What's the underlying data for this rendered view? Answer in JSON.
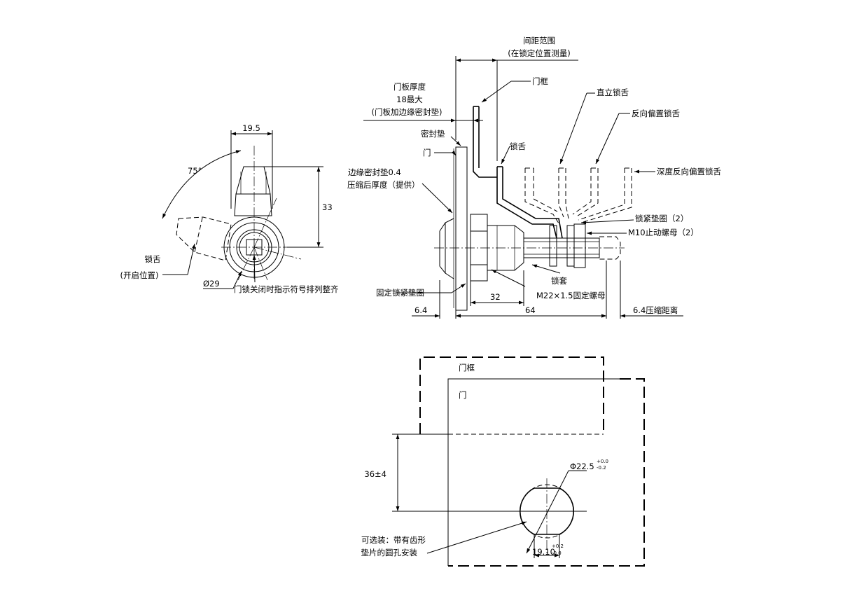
{
  "left_view": {
    "dim_width": "19.5",
    "dim_height": "33",
    "dim_angle": "75°",
    "dim_diameter": "Ø29",
    "label_cam": "锁舌",
    "label_cam_open": "(开启位置)",
    "label_indicator": "门锁关闭时指示符号排列整齐"
  },
  "side_view": {
    "label_spacing_range": "间距范围",
    "label_spacing_note": "(在锁定位置测量)",
    "label_panel_thickness": "门板厚度",
    "label_panel_max": "18最大",
    "label_panel_note": "(门板加边缘密封垫)",
    "label_gasket": "密封垫",
    "label_door": "门",
    "label_edge_gasket": "边缘密封垫0.4",
    "label_compressed": "压缩后厚度（提供）",
    "label_frame": "门框",
    "label_cam": "锁舌",
    "label_straight_cam": "直立锁舌",
    "label_reverse_offset_cam": "反向偏置锁舌",
    "label_deep_reverse_cam": "深度反向偏置锁舌",
    "label_lock_washer": "锁紧垫圈（2）",
    "label_stop_nut": "M10止动螺母（2）",
    "label_sleeve": "锁套",
    "label_nut": "M22×1.5固定螺母",
    "label_fixed_washer": "固定锁紧垫圈",
    "dim_32": "32",
    "dim_64": "64",
    "dim_left": "6.4",
    "dim_compression": "6.4压缩距离"
  },
  "cutout_view": {
    "label_frame": "门框",
    "label_door": "门",
    "dim_height": "36±4",
    "dim_diameter": "Φ22.5",
    "dim_diameter_tol_upper": "+0.0",
    "dim_diameter_tol_lower": "-0.2",
    "dim_width": "19.10",
    "dim_width_tol_upper": "+0.2",
    "dim_width_tol_lower": "-0.0",
    "label_optional": "可选装：带有齿形",
    "label_optional_2": "垫片的圆孔安装"
  }
}
